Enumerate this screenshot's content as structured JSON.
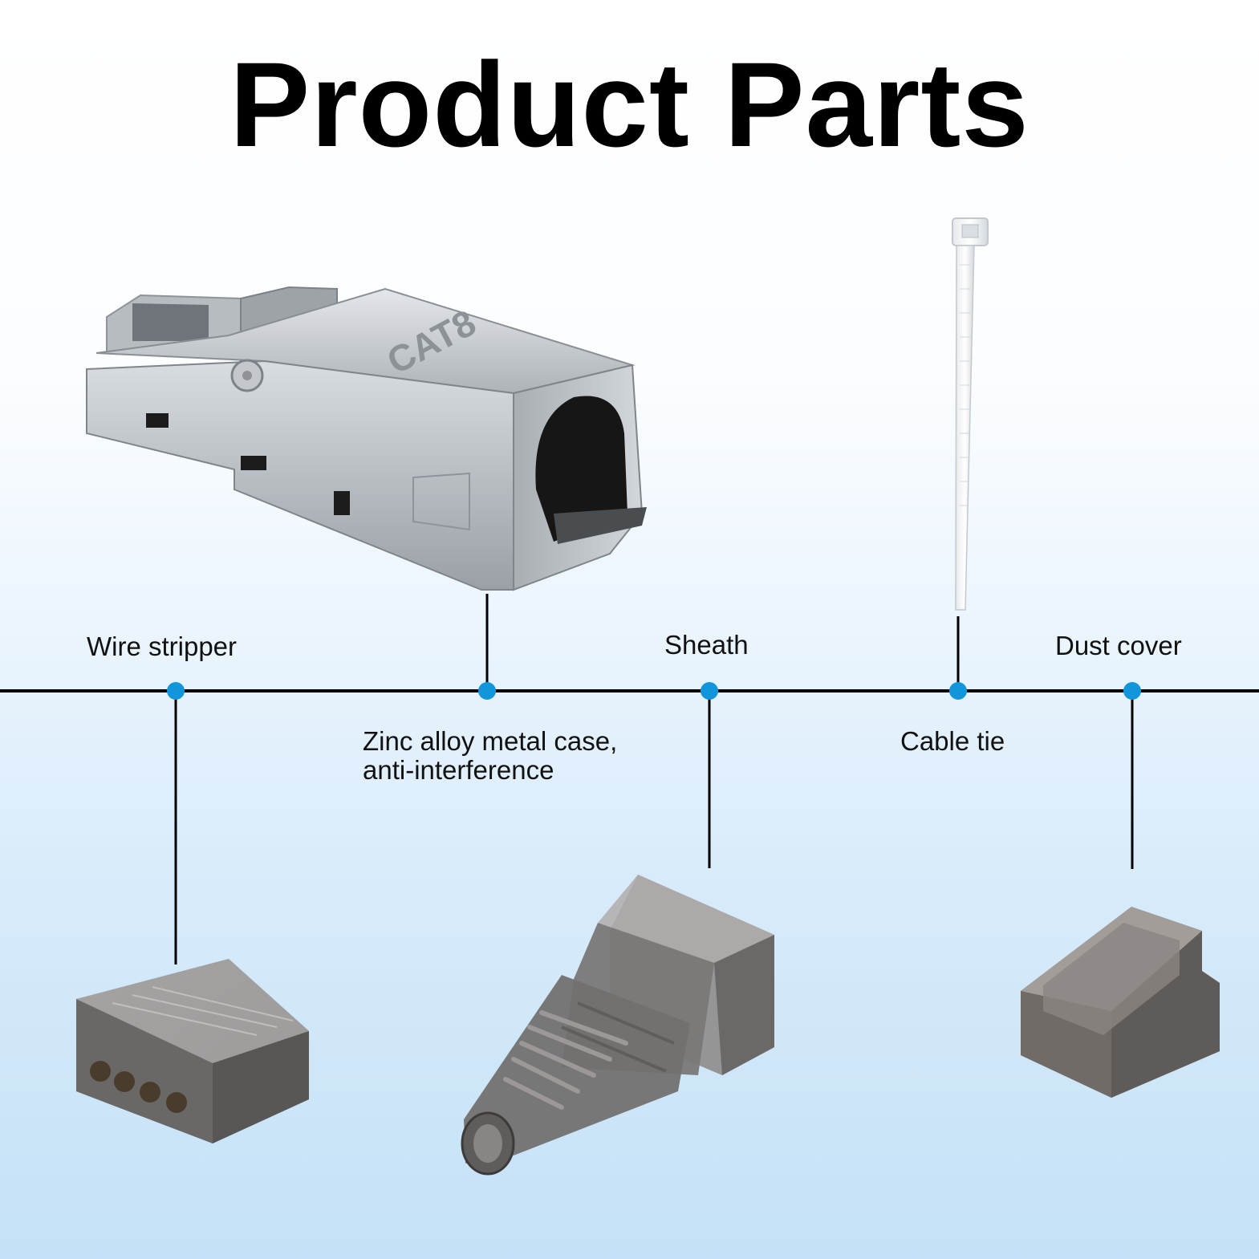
{
  "title": "Product Parts",
  "connector_marking": "CAT8",
  "colors": {
    "timeline": "#000000",
    "dot": "#1296db",
    "metal": "#c9cdd2",
    "smoke_plastic": "#7d7b7a",
    "cable_tie": "#eef1f3"
  },
  "parts": [
    {
      "id": "wire-stripper",
      "label": "Wire stripper",
      "icon": "wire-stripper-icon"
    },
    {
      "id": "metal-case",
      "label_line1": "Zinc alloy metal case,",
      "label_line2": "anti-interference",
      "icon": "metal-case-icon"
    },
    {
      "id": "sheath",
      "label": "Sheath",
      "icon": "sheath-icon"
    },
    {
      "id": "cable-tie",
      "label": "Cable tie",
      "icon": "cable-tie-icon"
    },
    {
      "id": "dust-cover",
      "label": "Dust cover",
      "icon": "dust-cover-icon"
    }
  ]
}
